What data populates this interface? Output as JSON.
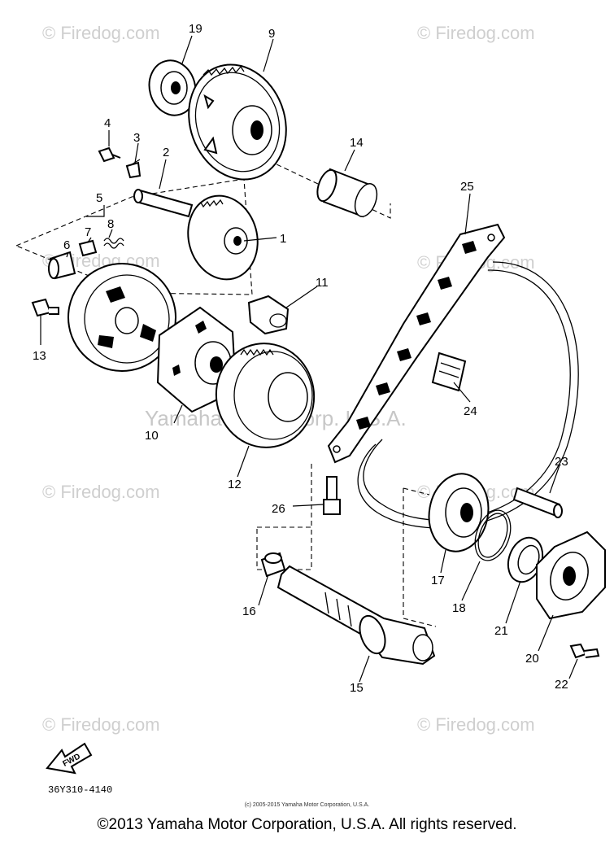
{
  "watermark": {
    "brand": "© Firedog.com",
    "center": "Yamaha Motor Corp. U.S.A."
  },
  "labels": {
    "p1": "1",
    "p2": "2",
    "p3": "3",
    "p4": "4",
    "p5": "5",
    "p6": "6",
    "p7": "7",
    "p8": "8",
    "p9": "9",
    "p10": "10",
    "p11": "11",
    "p12": "12",
    "p13": "13",
    "p14": "14",
    "p15": "15",
    "p16": "16",
    "p17": "17",
    "p18": "18",
    "p19": "19",
    "p20": "20",
    "p21": "21",
    "p22": "22",
    "p23": "23",
    "p24": "24",
    "p25": "25",
    "p26": "26"
  },
  "fwd_label": "FWD",
  "diagram_code": "36Y310-4140",
  "copyright_small": "(c) 2005-2015 Yamaha Motor Corporation, U.S.A.",
  "copyright": "©2013 Yamaha Motor Corporation, U.S.A. All rights reserved."
}
